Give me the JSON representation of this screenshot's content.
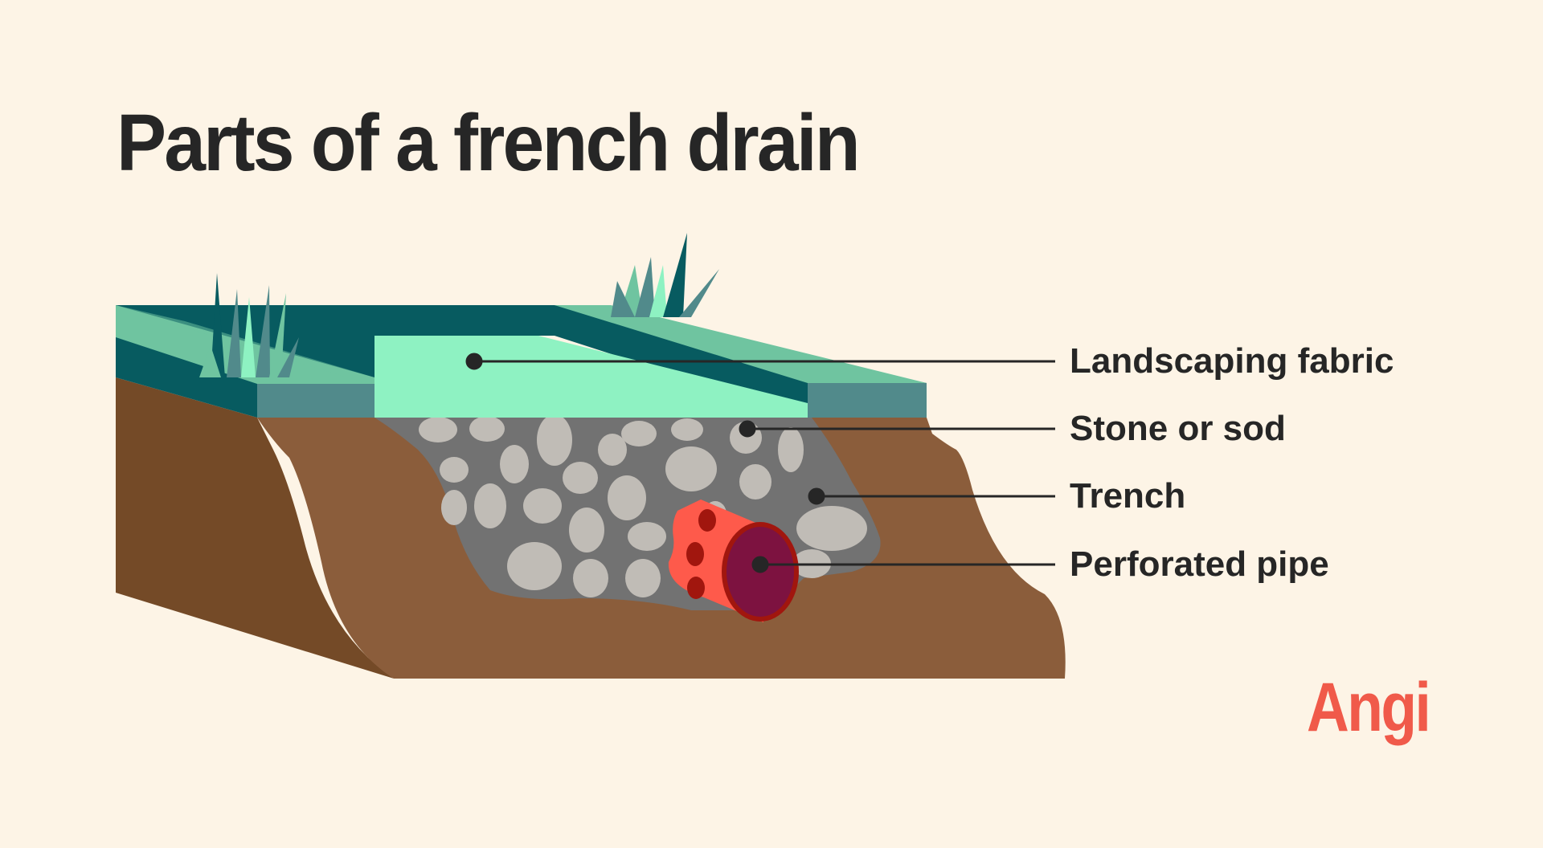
{
  "title": "Parts of a french drain",
  "labels": [
    {
      "id": "landscaping-fabric",
      "text": "Landscaping fabric"
    },
    {
      "id": "stone-or-sod",
      "text": "Stone or sod"
    },
    {
      "id": "trench",
      "text": "Trench"
    },
    {
      "id": "perforated-pipe",
      "text": "Perforated pipe"
    }
  ],
  "brand": {
    "logo_text": "Angi",
    "color": "#f05a4a"
  },
  "colors": {
    "background": "#fdf4e6",
    "fabric": "#8ef2c2",
    "sod_top": "#6fc4a0",
    "sod_dark": "#075b60",
    "sod_side": "#518a8b",
    "soil": "#8b5d3b",
    "soil_dark": "#744a27",
    "gravel": "#727272",
    "stone": "#c0bcb6",
    "pipe": "#fe5a4b",
    "pipe_inner": "#7d1240",
    "pipe_holes": "#a1160e",
    "leader": "#262626"
  }
}
